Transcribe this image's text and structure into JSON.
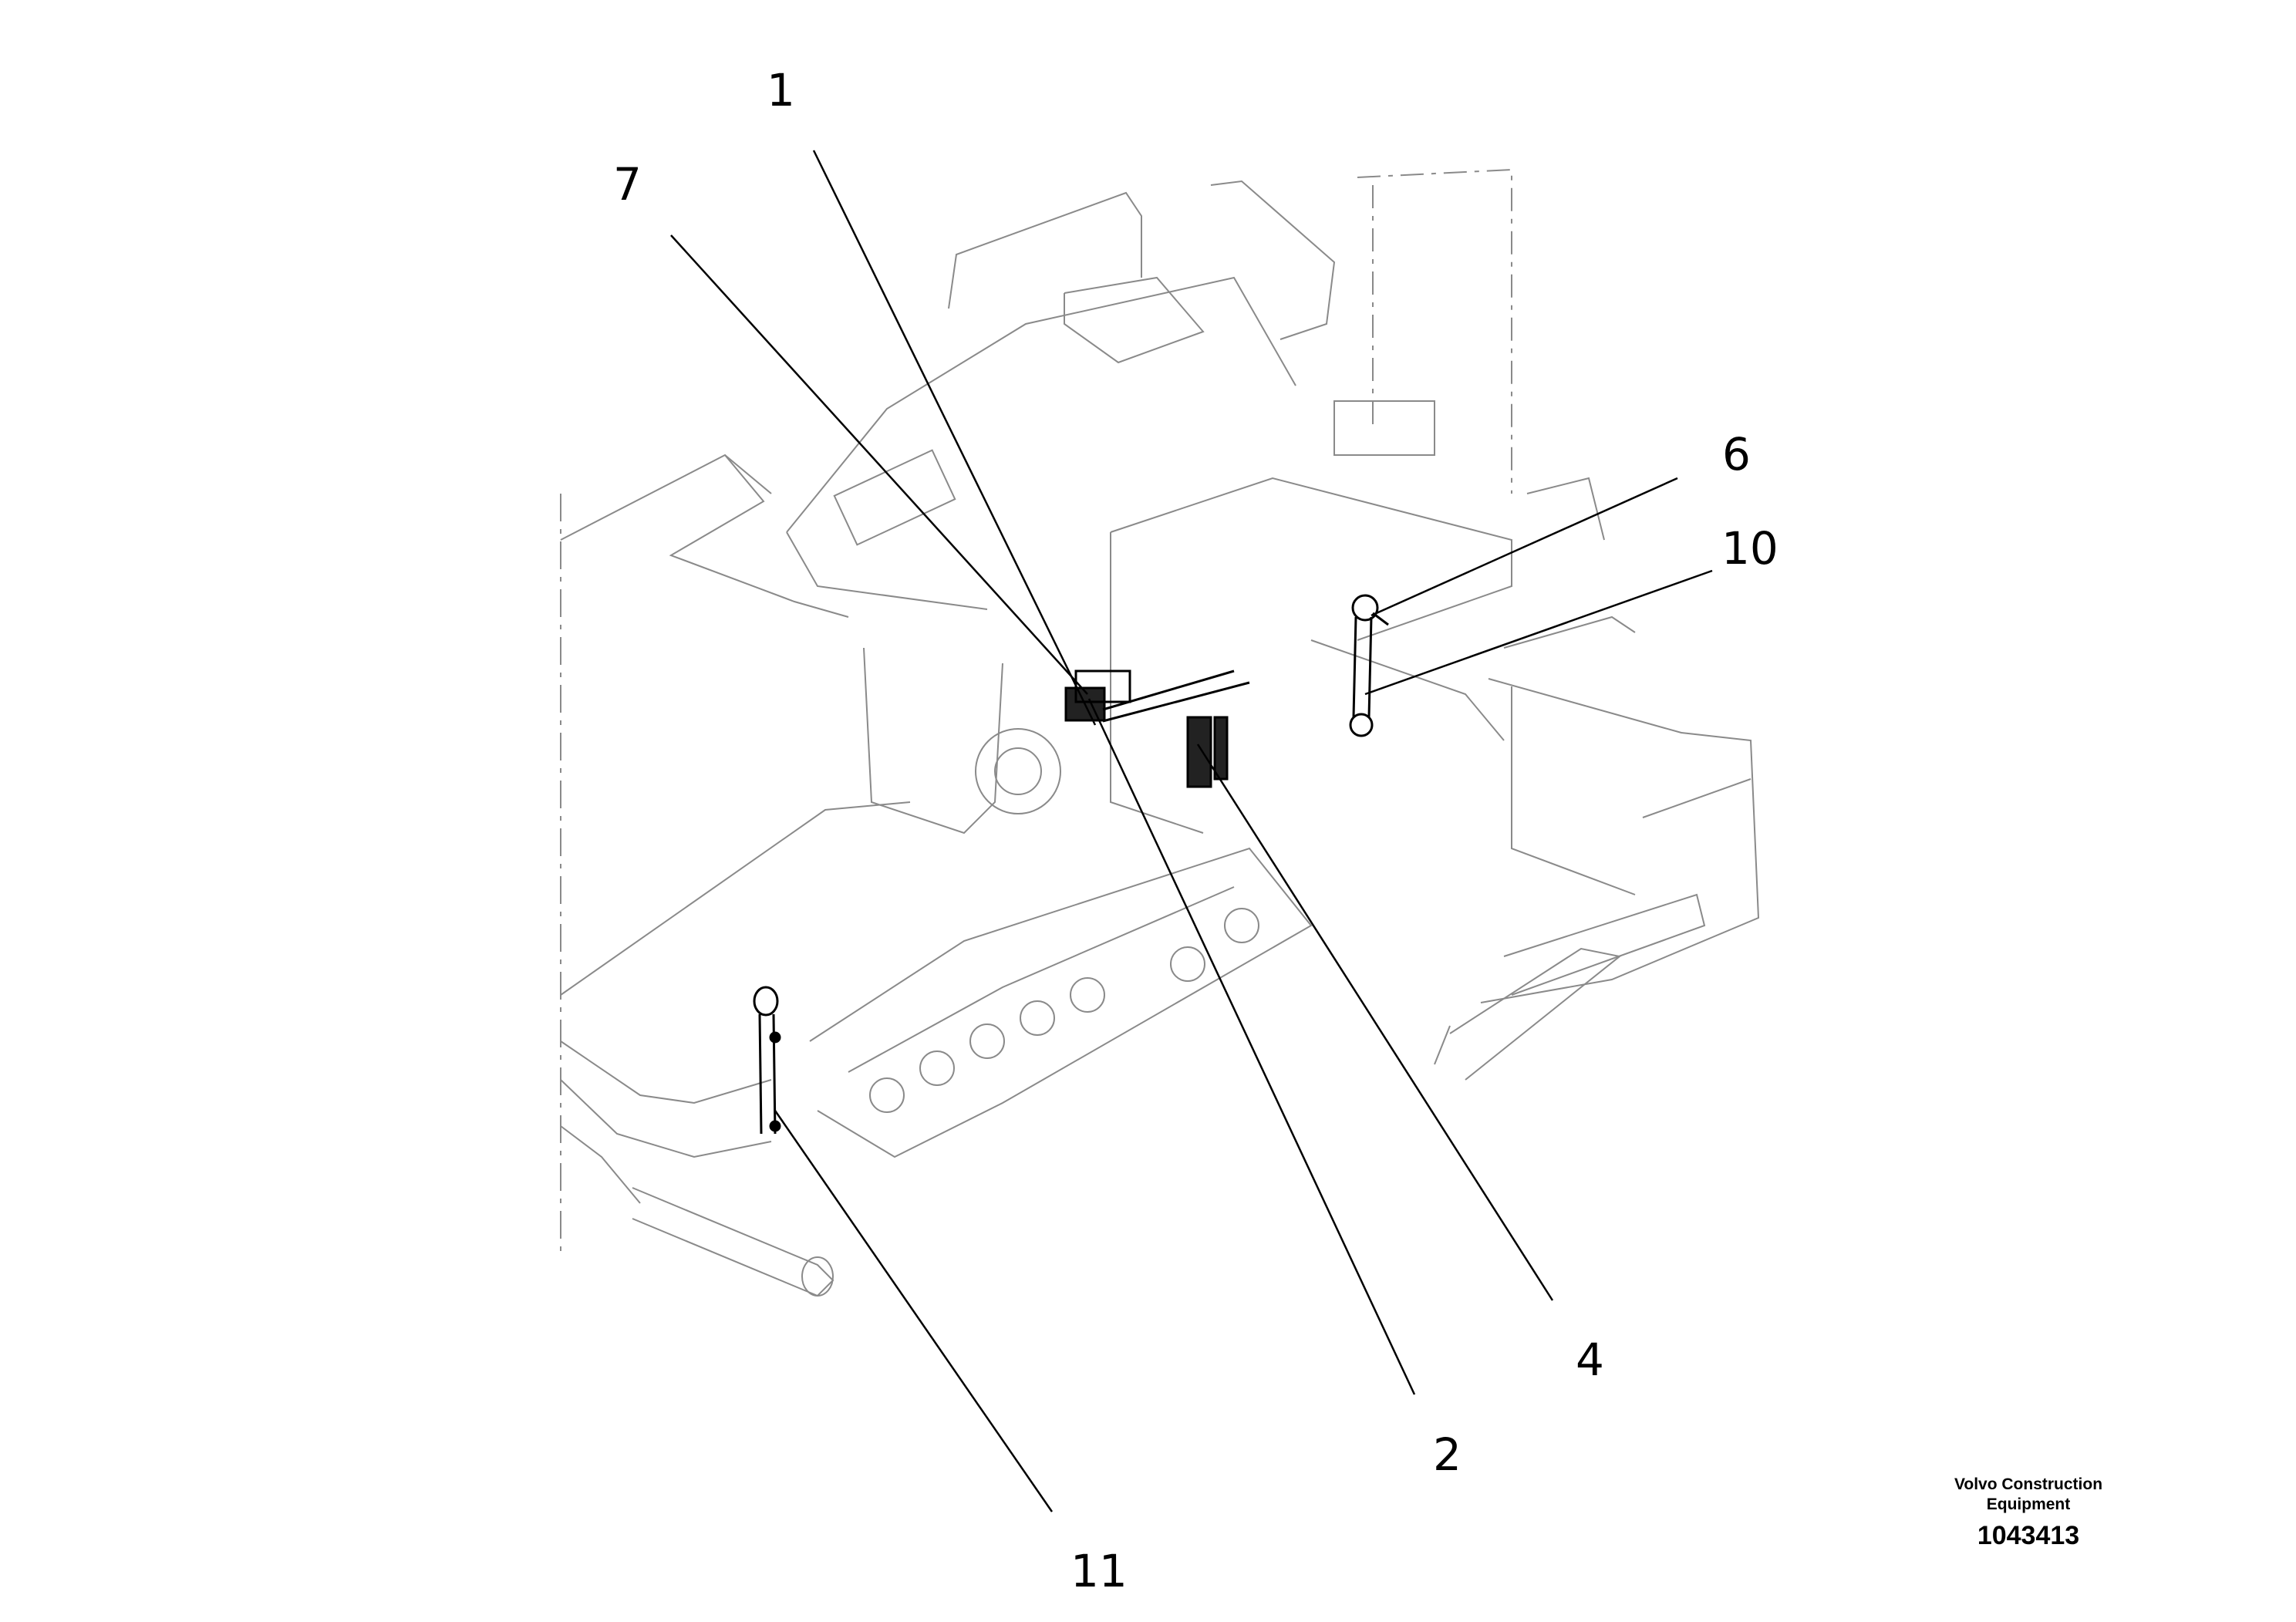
{
  "diagram": {
    "callouts": [
      {
        "id": "1",
        "label": "1"
      },
      {
        "id": "7",
        "label": "7"
      },
      {
        "id": "6",
        "label": "6"
      },
      {
        "id": "10",
        "label": "10"
      },
      {
        "id": "4",
        "label": "4"
      },
      {
        "id": "2",
        "label": "2"
      },
      {
        "id": "11",
        "label": "11"
      }
    ]
  },
  "branding": {
    "company_line1": "Volvo Construction",
    "company_line2": "Equipment",
    "drawing_number": "1043413"
  },
  "colors": {
    "line": "#000000",
    "ghost": "#8a8a8a",
    "background": "#ffffff"
  }
}
